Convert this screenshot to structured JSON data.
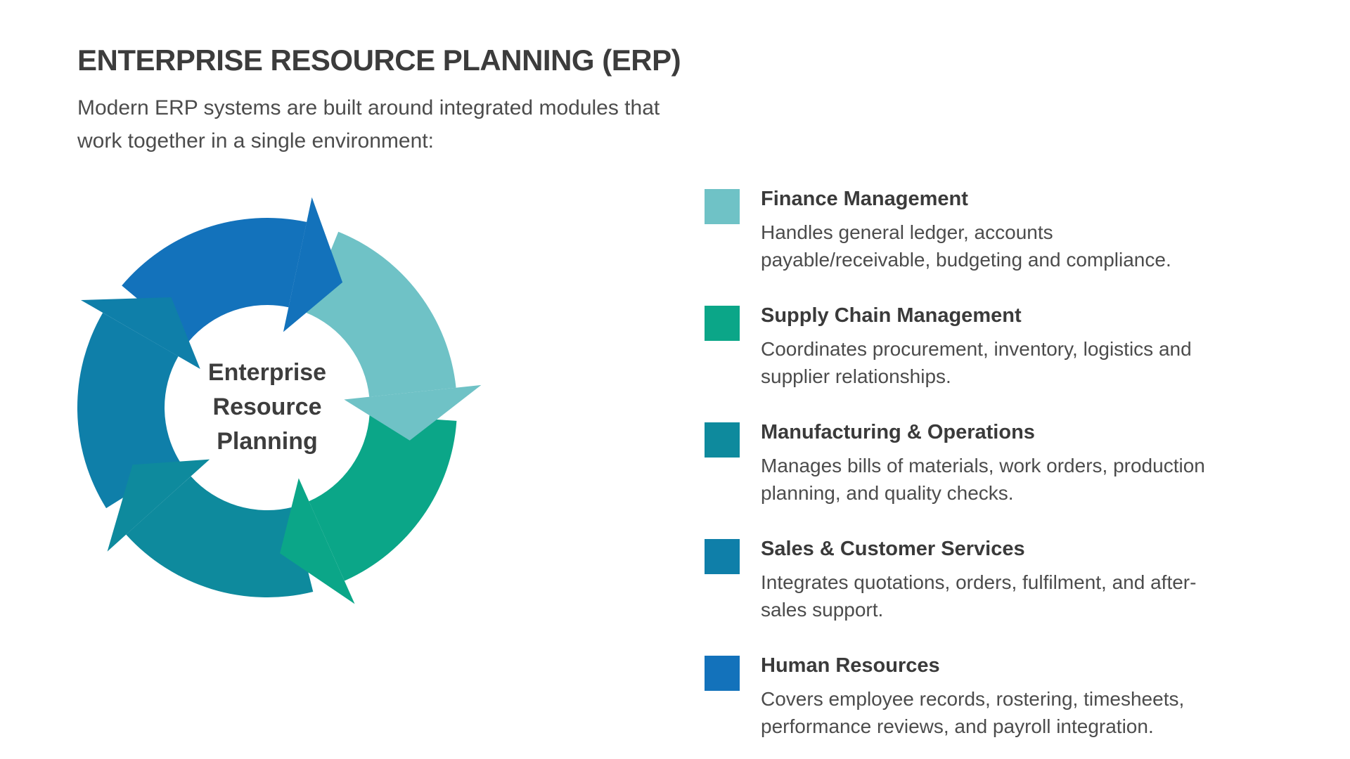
{
  "title": "ENTERPRISE RESOURCE PLANNING (ERP)",
  "intro": {
    "line1": "Modern ERP systems are built around integrated modules that",
    "line2": "work together in a single environment:"
  },
  "diagram": {
    "type": "cycle-arrows",
    "center_label": {
      "line1": "Enterprise",
      "line2": "Resource",
      "line3": "Planning"
    }
  },
  "legend": {
    "items": [
      {
        "label": "Finance Management",
        "desc_line1": "Handles general ledger, accounts",
        "desc_line2": "payable/receivable, budgeting and compliance.",
        "color": "#6fc2c6"
      },
      {
        "label": "Supply Chain Management",
        "desc_line1": "Coordinates procurement, inventory, logistics and",
        "desc_line2": "supplier relationships.",
        "color": "#0ba688"
      },
      {
        "label": "Manufacturing & Operations",
        "desc_line1": "Manages bills of materials, work orders, production",
        "desc_line2": "planning, and quality checks.",
        "color": "#0e8a9d"
      },
      {
        "label": "Sales & Customer Services",
        "desc_line1": "Integrates quotations, orders, fulfilment, and after-",
        "desc_line2": "sales support.",
        "color": "#0f7fa9"
      },
      {
        "label": "Human Resources",
        "desc_line1": "Covers employee records, rostering, timesheets,",
        "desc_line2": "performance reviews, and payroll integration.",
        "color": "#1372bb"
      }
    ]
  }
}
